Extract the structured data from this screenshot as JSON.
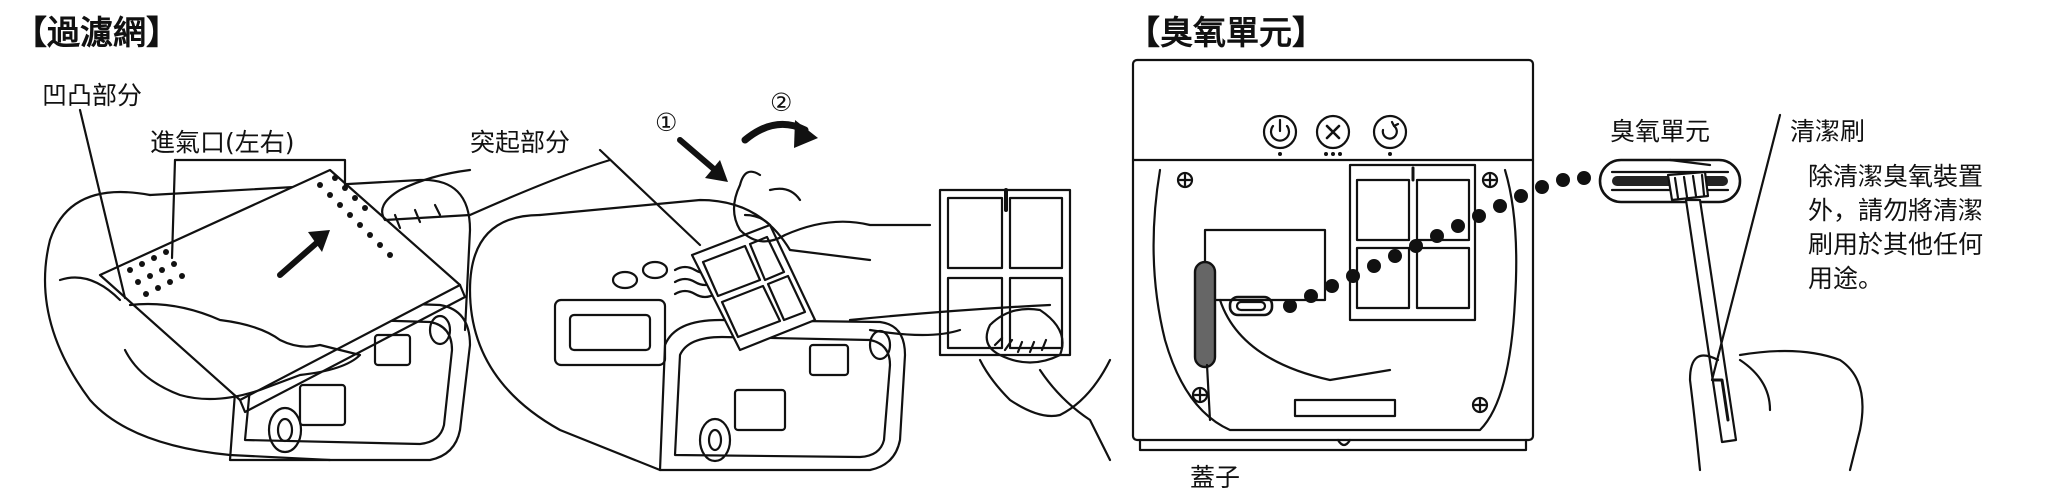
{
  "filter_section": {
    "title": "【過濾網】",
    "labels": {
      "concave_convex": "凹凸部分",
      "air_inlet": "進氣口(左右)",
      "protrusion": "突起部分",
      "step_1": "①",
      "step_2": "②"
    }
  },
  "ozone_section": {
    "title": "【臭氧單元】",
    "labels": {
      "ozone_unit": "臭氧單元",
      "cleaning_brush": "清潔刷",
      "cover": "蓋子"
    },
    "note_lines": [
      "除清潔臭氧裝置",
      "外，請勿將清潔",
      "刷用於其他任何",
      "用途。"
    ]
  }
}
